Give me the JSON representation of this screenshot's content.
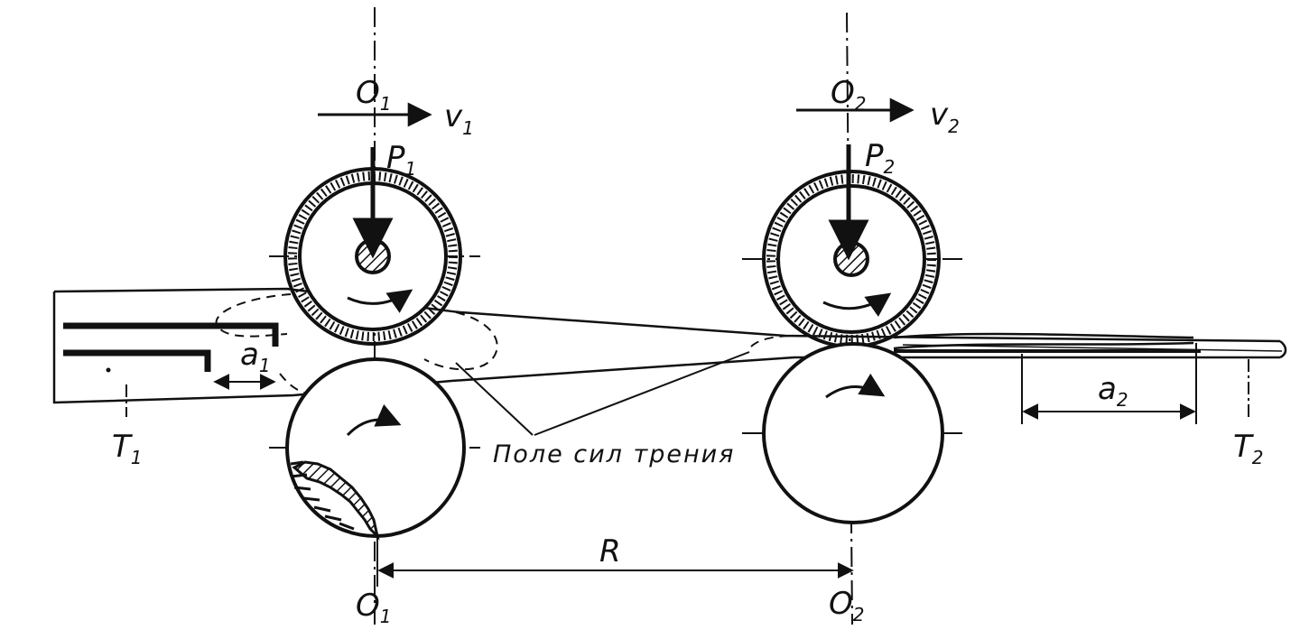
{
  "labels": {
    "O1_top": "O",
    "O1_top_sub": "1",
    "O2_top": "O",
    "O2_top_sub": "2",
    "v1": "v",
    "v1_sub": "1",
    "v2": "v",
    "v2_sub": "2",
    "P1": "P",
    "P1_sub": "1",
    "P2": "P",
    "P2_sub": "2",
    "a1": "a",
    "a1_sub": "1",
    "a2": "a",
    "a2_sub": "2",
    "T1": "T",
    "T1_sub": "1",
    "T2": "T",
    "T2_sub": "2",
    "friction_field": "Поле сил трения",
    "R": "R",
    "O1_bottom": "O",
    "O1_bottom_sub": "1",
    "O2_bottom": "O",
    "O2_bottom_sub": "2"
  }
}
